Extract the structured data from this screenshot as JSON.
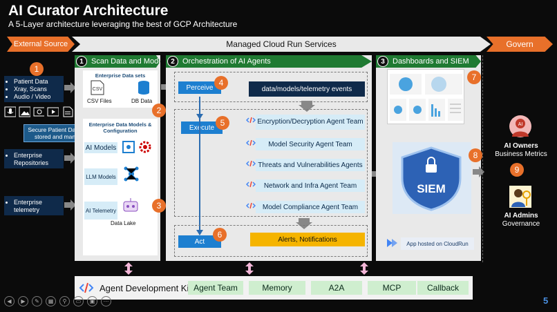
{
  "title": "AI Curator Architecture",
  "subtitle": "A 5-Layer architecture leveraging the best of GCP Architecture",
  "headers": {
    "external": "External Source",
    "managed": "Managed Cloud Run Services",
    "govern": "Govern"
  },
  "layers": [
    {
      "num": "1",
      "label": "Scan Data and Models"
    },
    {
      "num": "2",
      "label": "Orchestration of AI Agents"
    },
    {
      "num": "3",
      "label": "Dashboards and SIEM"
    }
  ],
  "sources": {
    "patient_items": [
      "Patient Data",
      "Xray, Scans",
      "Audio / Video"
    ],
    "repositories": "Enterprise Repositories",
    "telemetry": "Enterprise telemetry",
    "callout": "Secure Patient Data to be stored and managed"
  },
  "scan": {
    "datasets_title": "Enterprise Data sets",
    "csv_icon_text": "CSV",
    "csv_label": "CSV Files",
    "db_label": "DB Data",
    "models_title": "Enterprise Data Models & Configuration",
    "ai_models": "AI Models",
    "llm_models": "LLM Models",
    "ai_telemetry": "AI Telemetry",
    "data_lake": "Data Lake"
  },
  "orchestration": {
    "perceive": "Perceive",
    "execute": "Execute",
    "act": "Act",
    "events": "data/models/telemetry events",
    "agents": [
      "Encryption/Decryption Agent Team",
      "Model Security Agent Team",
      "Threats and Vulnerabilities Agents",
      "Network and Infra Agent Team",
      "Model Compliance Agent Team"
    ],
    "alerts": "Alerts, Notifications"
  },
  "dashboards": {
    "siem": "SIEM",
    "hosted": "App hosted on CloudRun"
  },
  "govern": {
    "owners_title": "AI Owners",
    "owners_sub": "Business Metrics",
    "admins_title": "AI Admins",
    "admins_sub": "Governance"
  },
  "steps": [
    "1",
    "2",
    "3",
    "4",
    "5",
    "6",
    "7",
    "8",
    "9"
  ],
  "adk": {
    "label": "Agent Development Kit",
    "pills": [
      "Agent Team",
      "Memory",
      "A2A",
      "MCP",
      "Callback"
    ]
  },
  "page_number": "5",
  "colors": {
    "orange": "#e8702a",
    "green": "#1f7a32",
    "navy": "#0f2a4a",
    "blue": "#1d7fd0",
    "light_blue": "#d6ecf7",
    "alert_yellow": "#f5b400",
    "adk_green": "#cfeecf"
  }
}
